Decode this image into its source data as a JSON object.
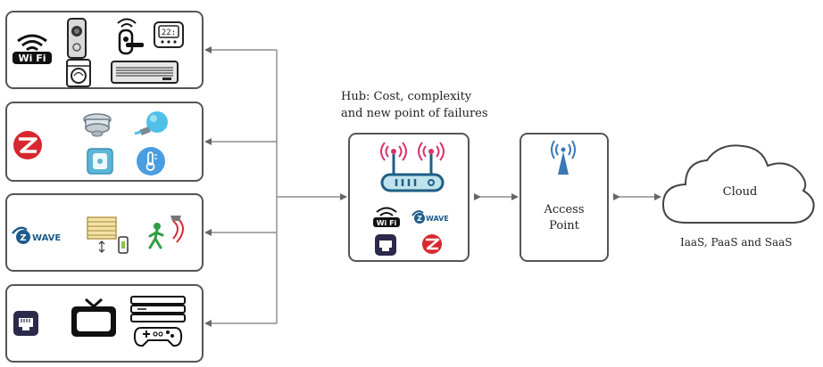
{
  "hub": {
    "caption_line1": "Hub: Cost, complexity",
    "caption_line2": "and new point of failures"
  },
  "access_point": {
    "line1": "Access",
    "line2": "Point"
  },
  "cloud": {
    "label": "Cloud",
    "caption": "IaaS, PaaS and SaaS"
  },
  "groups": [
    {
      "id": "wifi-devices",
      "badge": "Wi Fi"
    },
    {
      "id": "zigbee-devices"
    },
    {
      "id": "zwave-devices",
      "badge": "WAVE"
    },
    {
      "id": "wired-devices"
    }
  ],
  "hub_badges": {
    "wifi": "Wi Fi",
    "zwave": "WAVE"
  },
  "thermostat_readout": "22:",
  "colors": {
    "zigbee_red": "#d8282f",
    "zwave_blue": "#1c5b8a",
    "router_blue": "#1f5f86",
    "antenna_pink": "#d6336c",
    "ap_blue": "#3a78b8",
    "line_gray": "#666666"
  }
}
